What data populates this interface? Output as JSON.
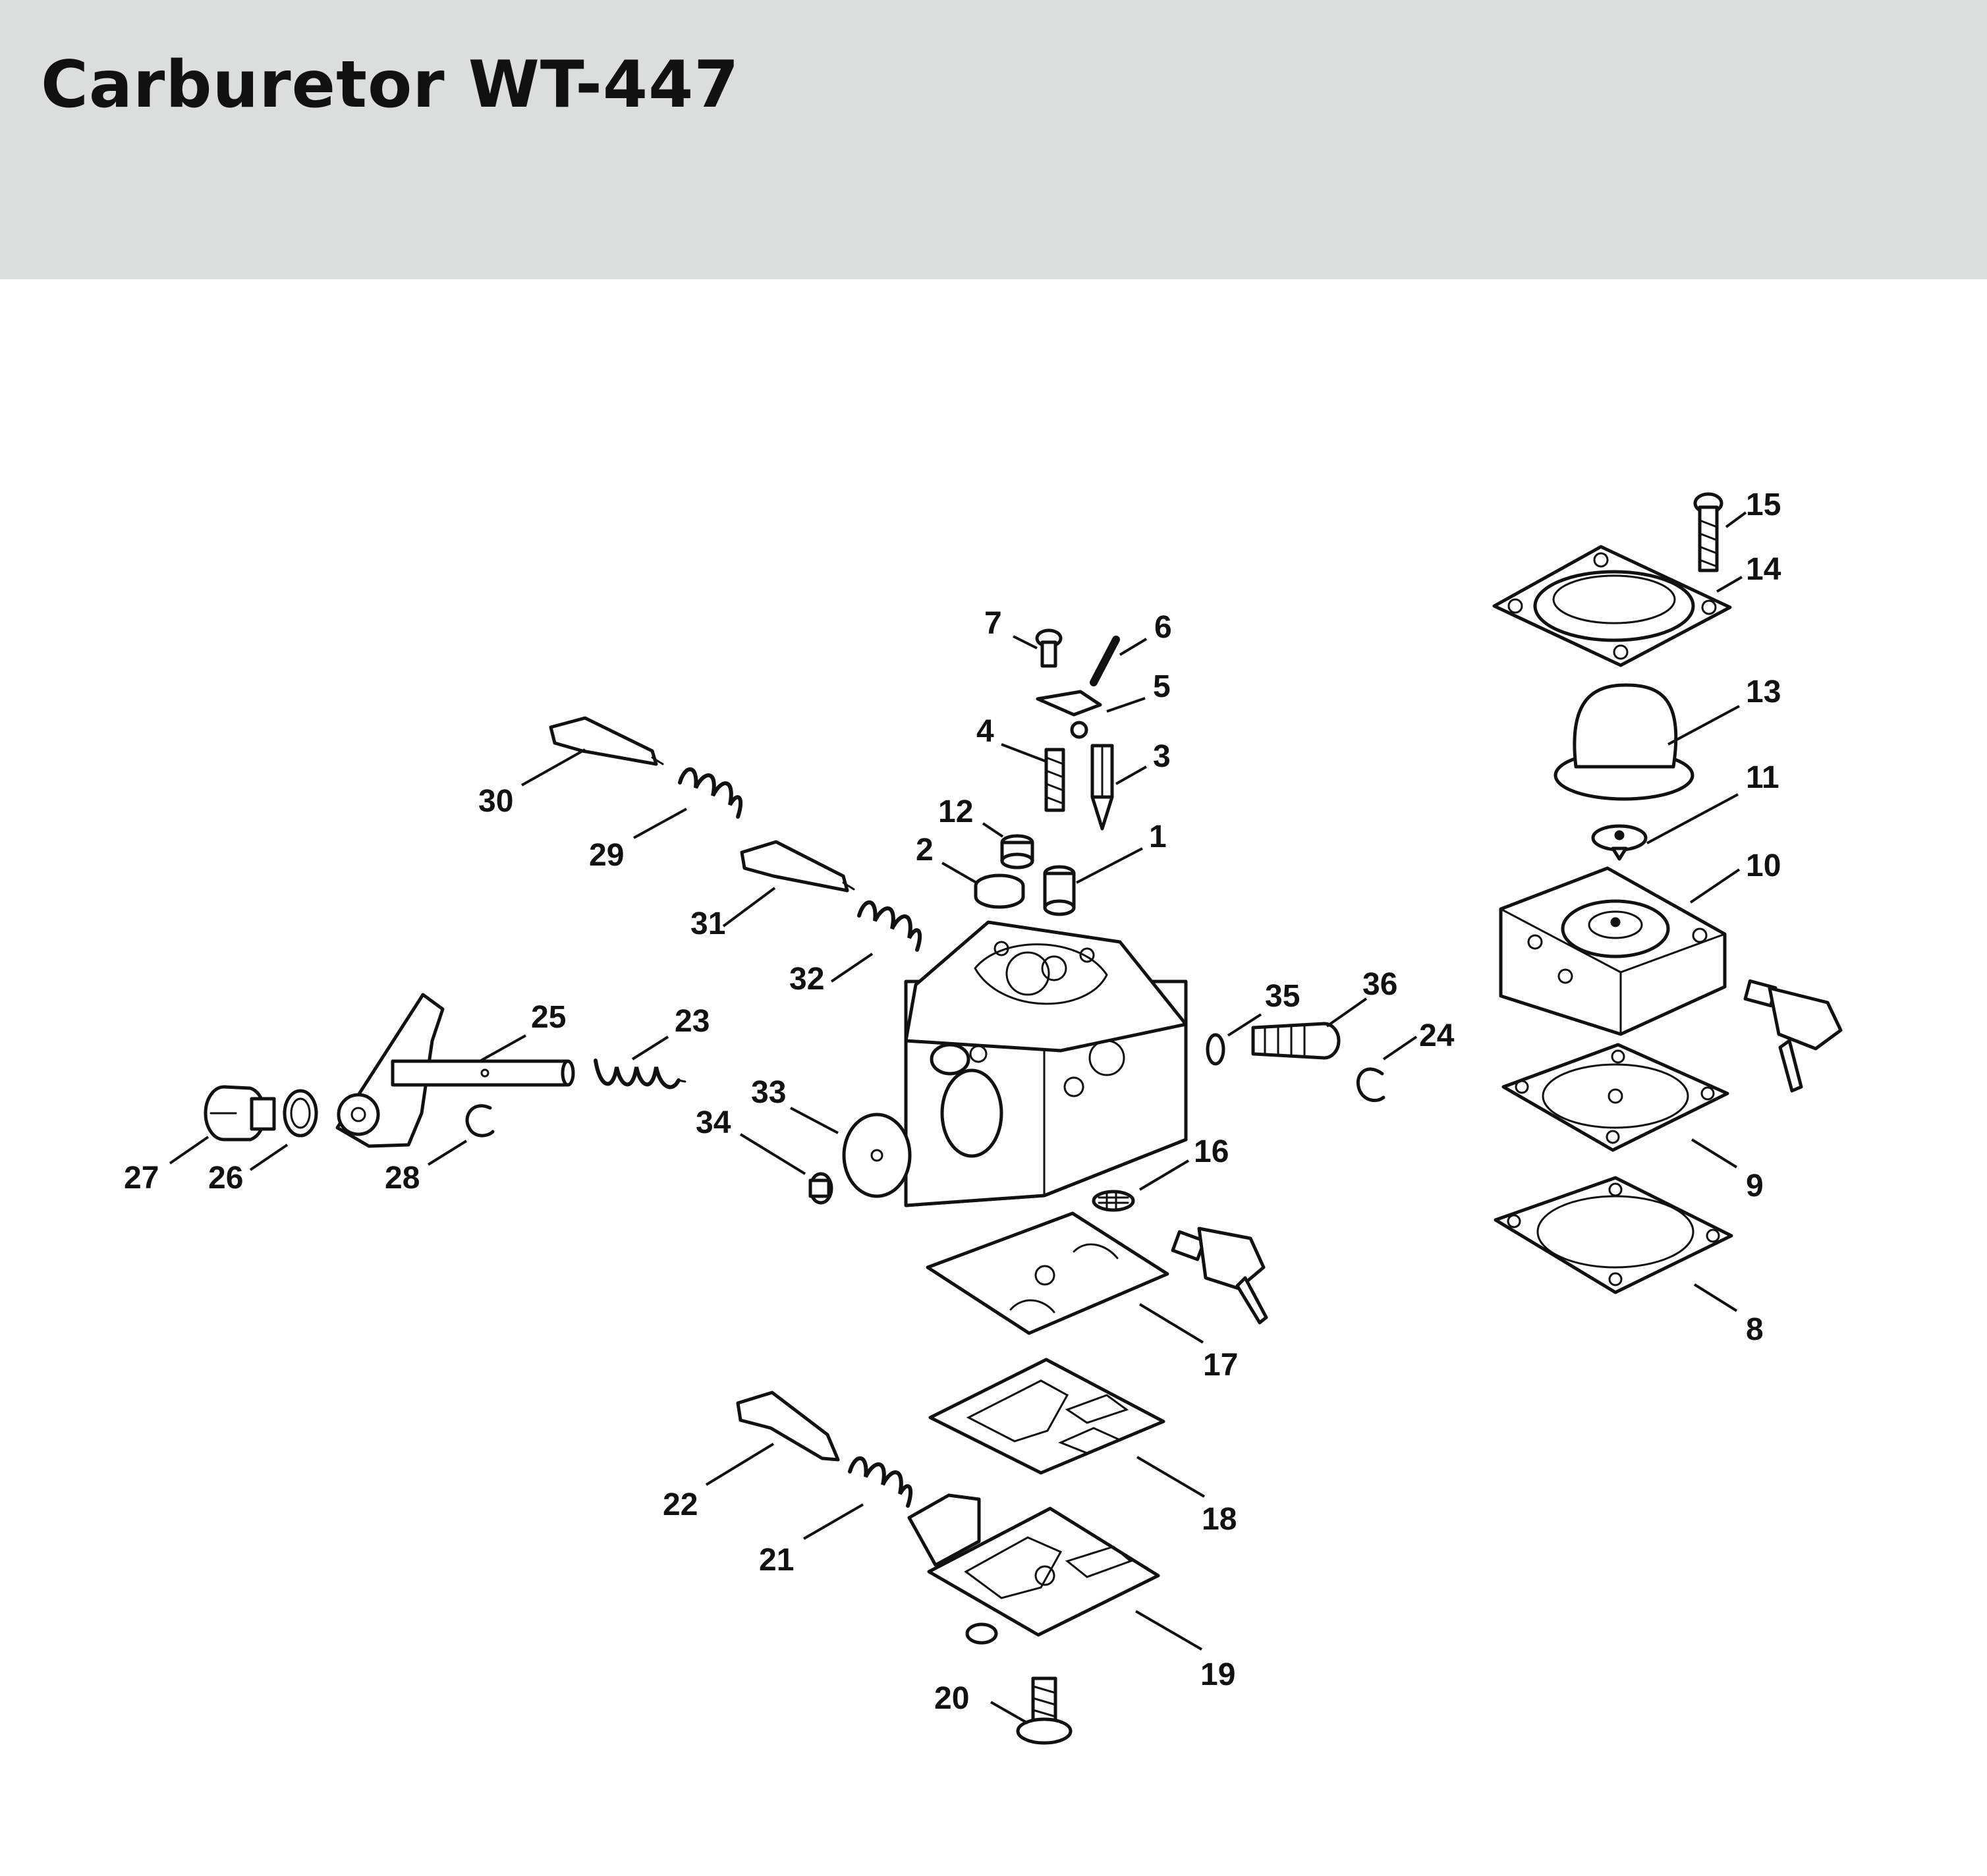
{
  "title": "Carburetor WT-447",
  "colors": {
    "header_bg": "#dcdddd",
    "ink": "#111111",
    "background": "#ffffff"
  },
  "callouts": [
    "1",
    "2",
    "3",
    "4",
    "5",
    "6",
    "7",
    "8",
    "9",
    "10",
    "11",
    "12",
    "13",
    "14",
    "15",
    "16",
    "17",
    "18",
    "19",
    "20",
    "21",
    "22",
    "23",
    "24",
    "25",
    "26",
    "27",
    "28",
    "29",
    "30",
    "31",
    "32",
    "33",
    "34",
    "35",
    "36"
  ]
}
